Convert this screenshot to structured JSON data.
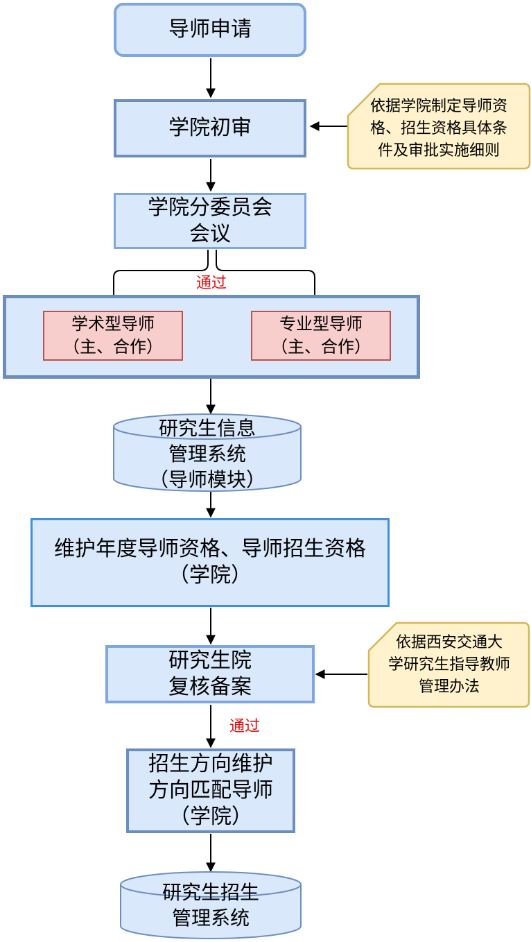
{
  "nodes": {
    "apply": "导师申请",
    "initial_review": "学院初审",
    "committee_line1": "学院分委员会",
    "committee_line2": "会议",
    "academic_line1": "学术型导师",
    "academic_line2": "（主、合作）",
    "professional_line1": "专业型导师",
    "professional_line2": "（主、合作）",
    "info_system_line1": "研究生信息",
    "info_system_line2": "管理系统",
    "info_system_line3": "（导师模块）",
    "maintain_line1": "维护年度导师资格、导师招生资格",
    "maintain_line2": "（学院）",
    "graduate_review_line1": "研究生院",
    "graduate_review_line2": "复核备案",
    "direction_line1": "招生方向维护",
    "direction_line2": "方向匹配导师",
    "direction_line3": "（学院）",
    "admission_system_line1": "研究生招生",
    "admission_system_line2": "管理系统"
  },
  "notes": {
    "note1_line1": "依据学院制定导师资",
    "note1_line2": "格、招生资格具体条",
    "note1_line3": "件及审批实施细则",
    "note2_line1": "依据西安交通大",
    "note2_line2": "学研究生指导教师",
    "note2_line3": "管理办法"
  },
  "edge_labels": {
    "pass_1": "通过",
    "pass_2": "通过"
  },
  "colors": {
    "box_fill": "#dae8fc",
    "box_border": "#7ea6e0",
    "box_border_dark": "#6c8ebf",
    "box_border_bright": "#3d8fe0",
    "role_fill": "#f8cecc",
    "role_border": "#b85450",
    "note_fill": "#fff2cc",
    "note_border": "#d6b656",
    "label_red": "#e01010"
  }
}
